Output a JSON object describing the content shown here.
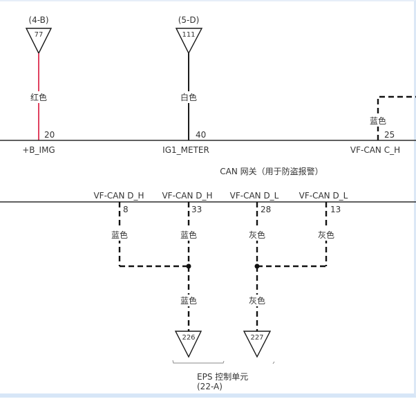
{
  "colors": {
    "red_wire": "#e0405f",
    "line": "#1a1a1a",
    "frame_border": "#d7e6f7"
  },
  "top_connectors": [
    {
      "connector_ref": "(4-B)",
      "pin": "77",
      "wire_color": "红色",
      "terminal_pin": "20",
      "signal": "+B_IMG"
    },
    {
      "connector_ref": "(5-D)",
      "pin": "111",
      "wire_color": "白色",
      "terminal_pin": "40",
      "signal": "IG1_METER"
    }
  ],
  "offpage_wire": {
    "wire_color": "蓝色",
    "terminal_pin": "25",
    "signal": "VF-CAN C_H"
  },
  "gateway": {
    "title": "CAN 网关（用于防盗报警）",
    "pins": [
      {
        "signal": "VF-CAN D_H",
        "pin": "8",
        "wire_color": "蓝色"
      },
      {
        "signal": "VF-CAN D_H",
        "pin": "33",
        "wire_color": "蓝色"
      },
      {
        "signal": "VF-CAN D_L",
        "pin": "28",
        "wire_color": "灰色"
      },
      {
        "signal": "VF-CAN D_L",
        "pin": "13",
        "wire_color": "灰色"
      }
    ]
  },
  "eps": {
    "merged_wires": [
      {
        "wire_color": "蓝色",
        "pin": "226"
      },
      {
        "wire_color": "灰色",
        "pin": "227"
      }
    ],
    "title": "EPS 控制单元",
    "connector_ref": "(22-A)"
  }
}
